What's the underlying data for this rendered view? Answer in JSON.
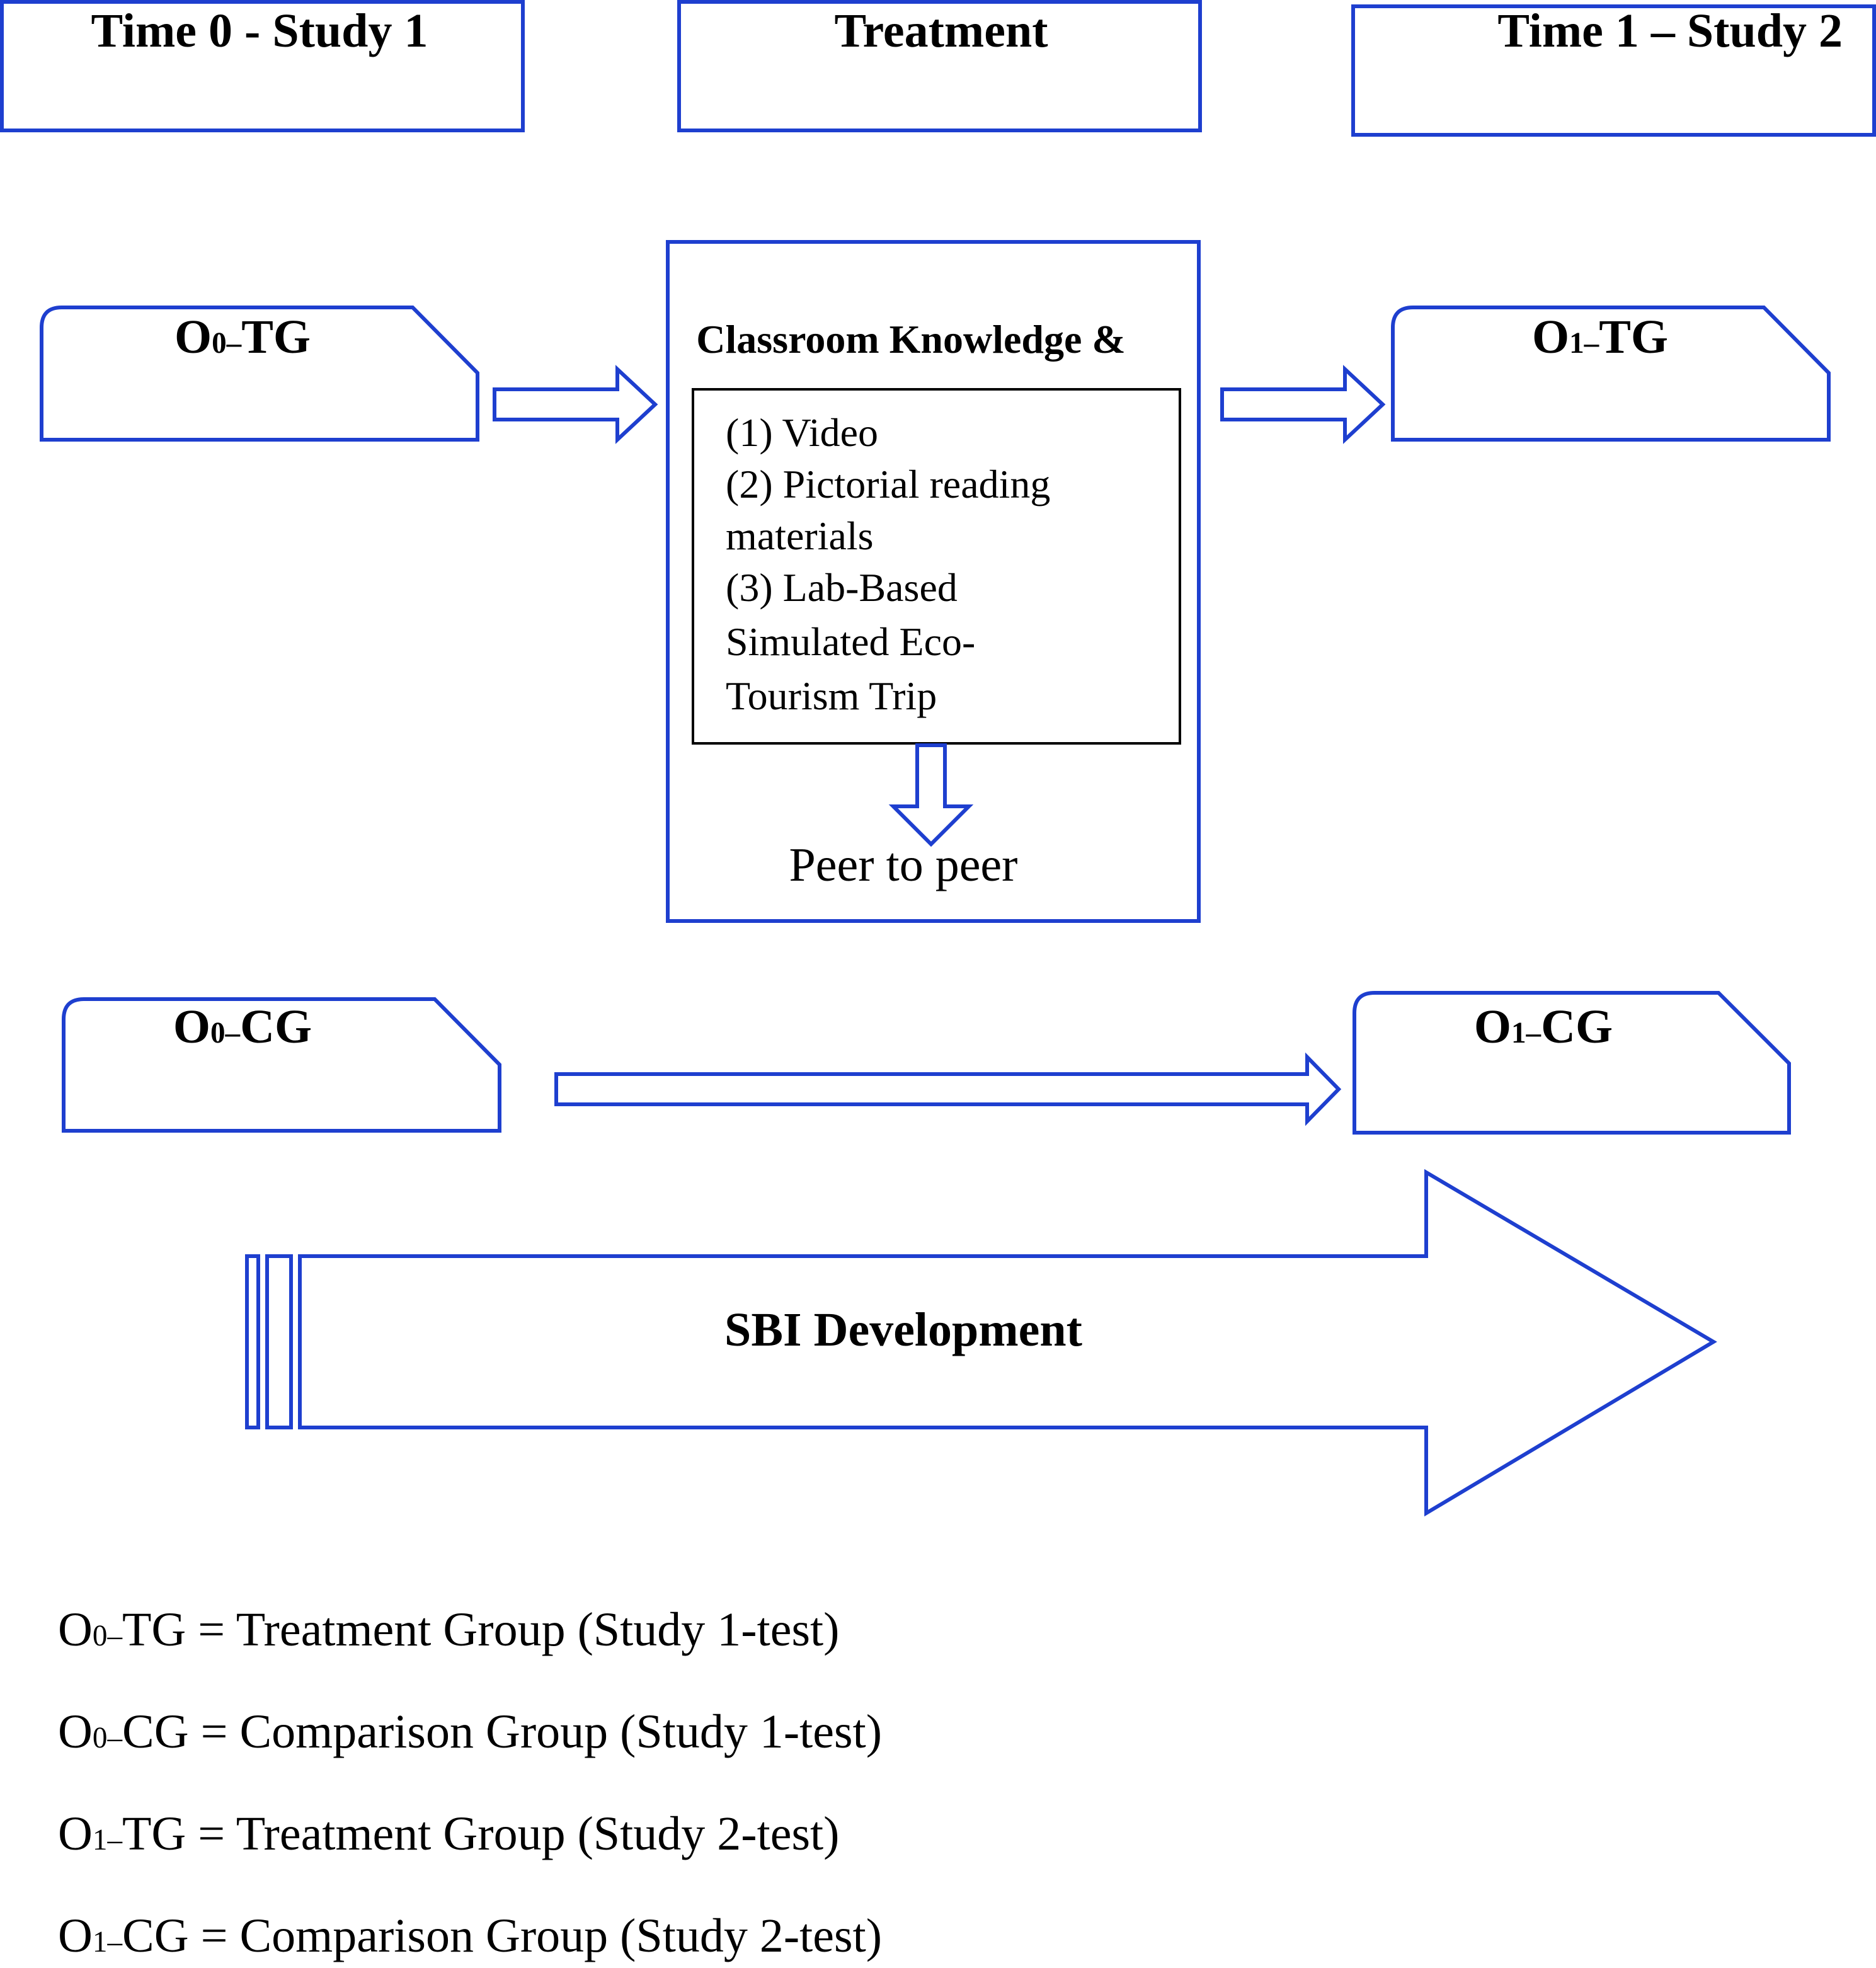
{
  "headers": {
    "time0": "Time 0 - Study 1",
    "treatment": "Treatment",
    "time1": "Time 1 – Study 2"
  },
  "tabs": {
    "o0tg": {
      "main": "O",
      "sub": "0–",
      "rest": "TG"
    },
    "o1tg": {
      "main": "O",
      "sub": "1–",
      "rest": "TG"
    },
    "o0cg": {
      "main": "O",
      "sub": "0–",
      "rest": "CG"
    },
    "o1cg": {
      "main": "O",
      "sub": "1–",
      "rest": "CG"
    }
  },
  "treatment_box": {
    "title": "Classroom Knowledge &",
    "lines": [
      "(1) Video",
      "(2) Pictorial reading",
      "materials",
      "(3) Lab-Based",
      "Simulated Eco-",
      "Tourism Trip"
    ],
    "peer": "Peer to peer"
  },
  "big_arrow_label": "SBI Development",
  "legend": [
    {
      "main": "O",
      "sub": "0–",
      "rest": "TG = Treatment Group (Study 1-test)"
    },
    {
      "main": "O",
      "sub": "0–",
      "rest": "CG = Comparison Group (Study 1-test)"
    },
    {
      "main": "O",
      "sub": "1–",
      "rest": "TG = Treatment Group (Study 2-test)"
    },
    {
      "main": "O",
      "sub": "1–",
      "rest": "CG = Comparison Group (Study 2-test)"
    }
  ],
  "colors": {
    "accent_blue": "#1e3fcf",
    "text": "#000000",
    "inner_box": "#000000"
  }
}
